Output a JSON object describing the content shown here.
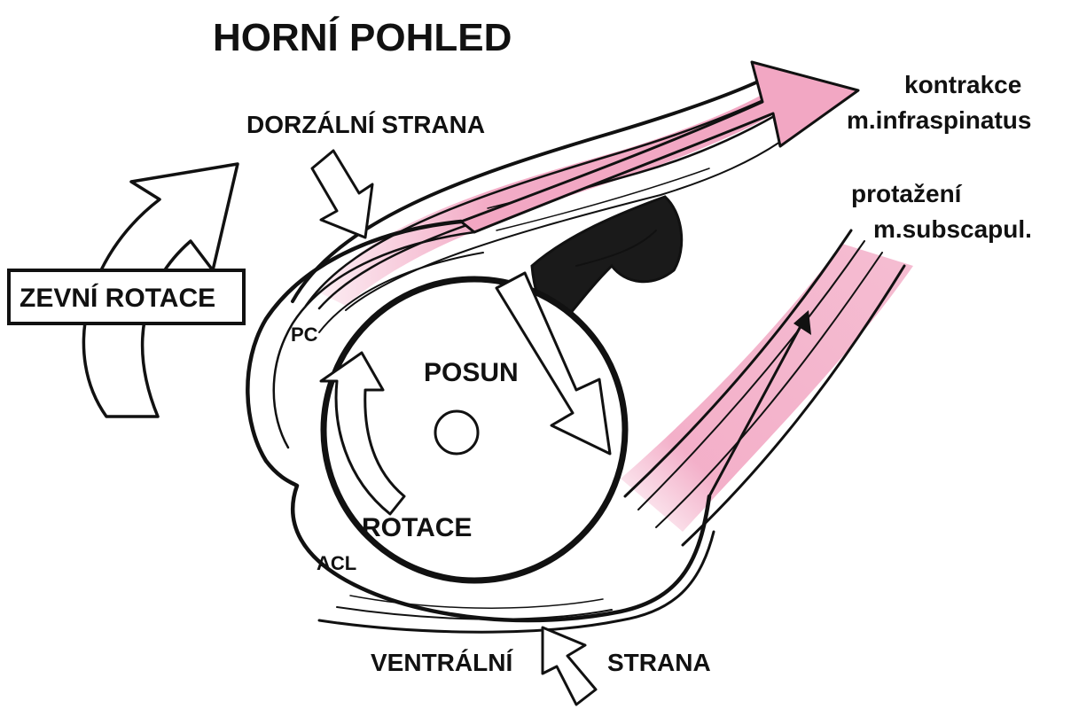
{
  "labels": {
    "title": "HORNÍ POHLED",
    "dorsal_side": "DORZÁLNÍ STRANA",
    "external_rotation": "ZEVNÍ ROTACE",
    "contraction_line1": "kontrakce",
    "contraction_line2": "m.infraspinatus",
    "stretch_line1": "protažení",
    "stretch_line2": "m.subscapul.",
    "pc": "PC",
    "shift": "POSUN",
    "rotation": "ROTACE",
    "acl": "ACL",
    "ventral": "VENTRÁLNÍ",
    "side": "STRANA"
  },
  "colors": {
    "muscle_pink": "#f2a7c3",
    "ink": "#111111",
    "background": "#ffffff"
  }
}
